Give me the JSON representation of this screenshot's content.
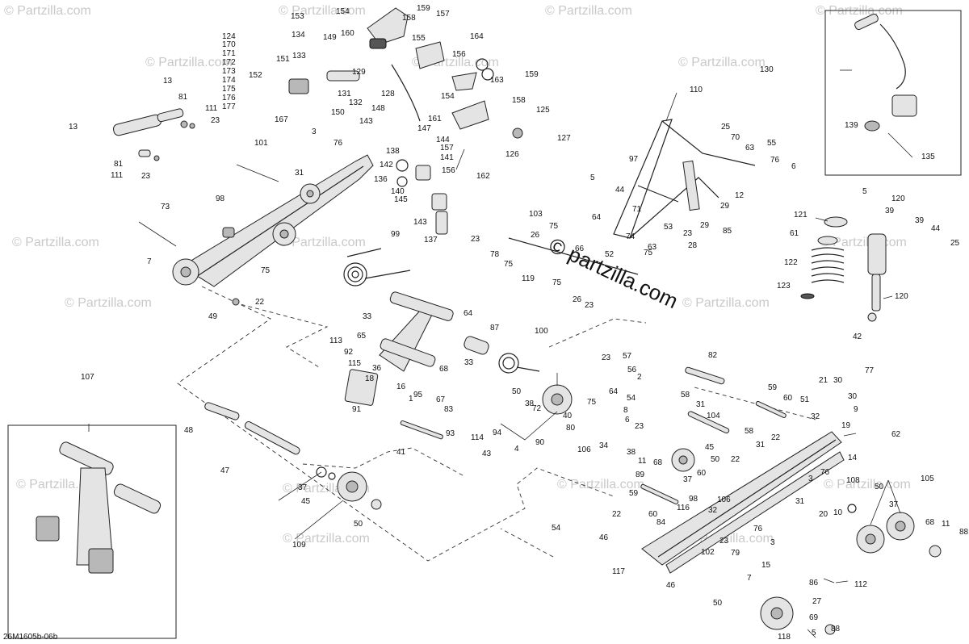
{
  "diagram_code": "26M1605b-06b",
  "watermark_small": "© Partzilla.com",
  "watermark_center": "© partzilla.com",
  "callouts": [
    {
      "id": "c154a",
      "text": "154"
    },
    {
      "id": "c159a",
      "text": "159"
    },
    {
      "id": "c158a",
      "text": "158"
    },
    {
      "id": "c157",
      "text": "157"
    },
    {
      "id": "c153",
      "text": "153"
    },
    {
      "id": "c134",
      "text": "134"
    },
    {
      "id": "c149",
      "text": "149"
    },
    {
      "id": "c160",
      "text": "160"
    },
    {
      "id": "c155",
      "text": "155"
    },
    {
      "id": "c164",
      "text": "164"
    },
    {
      "id": "c133",
      "text": "133"
    },
    {
      "id": "c156a",
      "text": "156"
    },
    {
      "id": "c151",
      "text": "151"
    },
    {
      "id": "c152",
      "text": "152"
    },
    {
      "id": "c129",
      "text": "129"
    },
    {
      "id": "c163",
      "text": "163"
    },
    {
      "id": "c159b",
      "text": "159"
    },
    {
      "id": "c131",
      "text": "131"
    },
    {
      "id": "c132",
      "text": "132"
    },
    {
      "id": "c128",
      "text": "128"
    },
    {
      "id": "c154b",
      "text": "154"
    },
    {
      "id": "c158b",
      "text": "158"
    },
    {
      "id": "c150",
      "text": "150"
    },
    {
      "id": "c167",
      "text": "167"
    },
    {
      "id": "c148",
      "text": "148"
    },
    {
      "id": "c125",
      "text": "125"
    },
    {
      "id": "c143a",
      "text": "143"
    },
    {
      "id": "c147",
      "text": "147"
    },
    {
      "id": "c161",
      "text": "161"
    },
    {
      "id": "c127",
      "text": "127"
    },
    {
      "id": "c144",
      "text": "144"
    },
    {
      "id": "c157b",
      "text": "157"
    },
    {
      "id": "c126",
      "text": "126"
    },
    {
      "id": "c138",
      "text": "138"
    },
    {
      "id": "c141",
      "text": "141"
    },
    {
      "id": "c142",
      "text": "142"
    },
    {
      "id": "c136",
      "text": "136"
    },
    {
      "id": "c156b",
      "text": "156"
    },
    {
      "id": "c162",
      "text": "162"
    },
    {
      "id": "c140",
      "text": "140"
    },
    {
      "id": "c145",
      "text": "145"
    },
    {
      "id": "c143b",
      "text": "143"
    },
    {
      "id": "c137",
      "text": "137"
    },
    {
      "id": "c124",
      "text": "124"
    },
    {
      "id": "c170",
      "text": "170"
    },
    {
      "id": "c171",
      "text": "171"
    },
    {
      "id": "c172",
      "text": "172"
    },
    {
      "id": "c173",
      "text": "173"
    },
    {
      "id": "c174",
      "text": "174"
    },
    {
      "id": "c175",
      "text": "175"
    },
    {
      "id": "c176",
      "text": "176"
    },
    {
      "id": "c177",
      "text": "177"
    },
    {
      "id": "c13a",
      "text": "13"
    },
    {
      "id": "c81a",
      "text": "81"
    },
    {
      "id": "c111a",
      "text": "111"
    },
    {
      "id": "c23a",
      "text": "23"
    },
    {
      "id": "c13b",
      "text": "13"
    },
    {
      "id": "c81b",
      "text": "81"
    },
    {
      "id": "c111b",
      "text": "111"
    },
    {
      "id": "c23b",
      "text": "23"
    },
    {
      "id": "c3a",
      "text": "3"
    },
    {
      "id": "c76a",
      "text": "76"
    },
    {
      "id": "c101",
      "text": "101"
    },
    {
      "id": "c31a",
      "text": "31"
    },
    {
      "id": "c98a",
      "text": "98"
    },
    {
      "id": "c73",
      "text": "73"
    },
    {
      "id": "c7a",
      "text": "7"
    },
    {
      "id": "c75a",
      "text": "75"
    },
    {
      "id": "c22a",
      "text": "22"
    },
    {
      "id": "c49",
      "text": "49"
    },
    {
      "id": "c99",
      "text": "99"
    },
    {
      "id": "c110",
      "text": "110"
    },
    {
      "id": "c25a",
      "text": "25"
    },
    {
      "id": "c70",
      "text": "70"
    },
    {
      "id": "c63a",
      "text": "63"
    },
    {
      "id": "c55",
      "text": "55"
    },
    {
      "id": "c76b",
      "text": "76"
    },
    {
      "id": "c6a",
      "text": "6"
    },
    {
      "id": "c5a",
      "text": "5"
    },
    {
      "id": "c97",
      "text": "97"
    },
    {
      "id": "c44a",
      "text": "44"
    },
    {
      "id": "c12",
      "text": "12"
    },
    {
      "id": "c29a",
      "text": "29"
    },
    {
      "id": "c71",
      "text": "71"
    },
    {
      "id": "c29b",
      "text": "29"
    },
    {
      "id": "c103",
      "text": "103"
    },
    {
      "id": "c75b",
      "text": "75"
    },
    {
      "id": "c64a",
      "text": "64"
    },
    {
      "id": "c23c",
      "text": "23"
    },
    {
      "id": "c85",
      "text": "85"
    },
    {
      "id": "c23d",
      "text": "23"
    },
    {
      "id": "c26a",
      "text": "26"
    },
    {
      "id": "c78",
      "text": "78"
    },
    {
      "id": "c75c",
      "text": "75"
    },
    {
      "id": "c66",
      "text": "66"
    },
    {
      "id": "c53",
      "text": "53"
    },
    {
      "id": "c74",
      "text": "74"
    },
    {
      "id": "c28",
      "text": "28"
    },
    {
      "id": "c52",
      "text": "52"
    },
    {
      "id": "c63b",
      "text": "63"
    },
    {
      "id": "c75d",
      "text": "75"
    },
    {
      "id": "c119",
      "text": "119"
    },
    {
      "id": "c75e",
      "text": "75"
    },
    {
      "id": "c26b",
      "text": "26"
    },
    {
      "id": "c23e",
      "text": "23"
    },
    {
      "id": "c130",
      "text": "130"
    },
    {
      "id": "c139",
      "text": "139"
    },
    {
      "id": "c135",
      "text": "135"
    },
    {
      "id": "c5b",
      "text": "5"
    },
    {
      "id": "c120a",
      "text": "120"
    },
    {
      "id": "c121",
      "text": "121"
    },
    {
      "id": "c39a",
      "text": "39"
    },
    {
      "id": "c39b",
      "text": "39"
    },
    {
      "id": "c61",
      "text": "61"
    },
    {
      "id": "c44b",
      "text": "44"
    },
    {
      "id": "c25b",
      "text": "25"
    },
    {
      "id": "c122",
      "text": "122"
    },
    {
      "id": "c123",
      "text": "123"
    },
    {
      "id": "c120b",
      "text": "120"
    },
    {
      "id": "c42",
      "text": "42"
    },
    {
      "id": "c33a",
      "text": "33"
    },
    {
      "id": "c64b",
      "text": "64"
    },
    {
      "id": "c113",
      "text": "113"
    },
    {
      "id": "c65",
      "text": "65"
    },
    {
      "id": "c92",
      "text": "92"
    },
    {
      "id": "c87",
      "text": "87"
    },
    {
      "id": "c100",
      "text": "100"
    },
    {
      "id": "c33b",
      "text": "33"
    },
    {
      "id": "c115",
      "text": "115"
    },
    {
      "id": "c36",
      "text": "36"
    },
    {
      "id": "c18",
      "text": "18"
    },
    {
      "id": "c16",
      "text": "16"
    },
    {
      "id": "c68a",
      "text": "68"
    },
    {
      "id": "c95",
      "text": "95"
    },
    {
      "id": "c1",
      "text": "1"
    },
    {
      "id": "c67",
      "text": "67"
    },
    {
      "id": "c83",
      "text": "83"
    },
    {
      "id": "c91",
      "text": "91"
    },
    {
      "id": "c50a",
      "text": "50"
    },
    {
      "id": "c38a",
      "text": "38"
    },
    {
      "id": "c72",
      "text": "72"
    },
    {
      "id": "c93",
      "text": "93"
    },
    {
      "id": "c114",
      "text": "114"
    },
    {
      "id": "c94",
      "text": "94"
    },
    {
      "id": "c43",
      "text": "43"
    },
    {
      "id": "c4a",
      "text": "4"
    },
    {
      "id": "c90",
      "text": "90"
    },
    {
      "id": "c41",
      "text": "41"
    },
    {
      "id": "c40",
      "text": "40"
    },
    {
      "id": "c80",
      "text": "80"
    },
    {
      "id": "c23f",
      "text": "23"
    },
    {
      "id": "c57",
      "text": "57"
    },
    {
      "id": "c56",
      "text": "56"
    },
    {
      "id": "c2",
      "text": "2"
    },
    {
      "id": "c64c",
      "text": "64"
    },
    {
      "id": "c54",
      "text": "54"
    },
    {
      "id": "c75f",
      "text": "75"
    },
    {
      "id": "c8",
      "text": "8"
    },
    {
      "id": "c6b",
      "text": "6"
    },
    {
      "id": "c106a",
      "text": "106"
    },
    {
      "id": "c34",
      "text": "34"
    },
    {
      "id": "c23g",
      "text": "23"
    },
    {
      "id": "c82",
      "text": "82"
    },
    {
      "id": "c58a",
      "text": "58"
    },
    {
      "id": "c31b",
      "text": "31"
    },
    {
      "id": "c104",
      "text": "104"
    },
    {
      "id": "c59a",
      "text": "59"
    },
    {
      "id": "c60a",
      "text": "60"
    },
    {
      "id": "c51",
      "text": "51"
    },
    {
      "id": "c21",
      "text": "21"
    },
    {
      "id": "c30a",
      "text": "30"
    },
    {
      "id": "c77",
      "text": "77"
    },
    {
      "id": "c30b",
      "text": "30"
    },
    {
      "id": "c9",
      "text": "9"
    },
    {
      "id": "c32a",
      "text": "32"
    },
    {
      "id": "c19",
      "text": "19"
    },
    {
      "id": "c62",
      "text": "62"
    },
    {
      "id": "c58b",
      "text": "58"
    },
    {
      "id": "c22b",
      "text": "22"
    },
    {
      "id": "c31c",
      "text": "31"
    },
    {
      "id": "c38b",
      "text": "38"
    },
    {
      "id": "c45a",
      "text": "45"
    },
    {
      "id": "c22c",
      "text": "22"
    },
    {
      "id": "c11a",
      "text": "11"
    },
    {
      "id": "c68b",
      "text": "68"
    },
    {
      "id": "c50b",
      "text": "50"
    },
    {
      "id": "c89",
      "text": "89"
    },
    {
      "id": "c37a",
      "text": "37"
    },
    {
      "id": "c60b",
      "text": "60"
    },
    {
      "id": "c98b",
      "text": "98"
    },
    {
      "id": "c32b",
      "text": "32"
    },
    {
      "id": "c106b",
      "text": "106"
    },
    {
      "id": "c14",
      "text": "14"
    },
    {
      "id": "c76c",
      "text": "76"
    },
    {
      "id": "c108",
      "text": "108"
    },
    {
      "id": "c3b",
      "text": "3"
    },
    {
      "id": "c31d",
      "text": "31"
    },
    {
      "id": "c20",
      "text": "20"
    },
    {
      "id": "c10",
      "text": "10"
    },
    {
      "id": "c50c",
      "text": "50"
    },
    {
      "id": "c105",
      "text": "105"
    },
    {
      "id": "c37b",
      "text": "37"
    },
    {
      "id": "c59b",
      "text": "59"
    },
    {
      "id": "c116",
      "text": "116"
    },
    {
      "id": "c22d",
      "text": "22"
    },
    {
      "id": "c60c",
      "text": "60"
    },
    {
      "id": "c84",
      "text": "84"
    },
    {
      "id": "c46a",
      "text": "46"
    },
    {
      "id": "c68c",
      "text": "68"
    },
    {
      "id": "c11b",
      "text": "11"
    },
    {
      "id": "c88a",
      "text": "88"
    },
    {
      "id": "c23h",
      "text": "23"
    },
    {
      "id": "c76d",
      "text": "76"
    },
    {
      "id": "c3c",
      "text": "3"
    },
    {
      "id": "c102",
      "text": "102"
    },
    {
      "id": "c79",
      "text": "79"
    },
    {
      "id": "c15",
      "text": "15"
    },
    {
      "id": "c117",
      "text": "117"
    },
    {
      "id": "c46b",
      "text": "46"
    },
    {
      "id": "c7b",
      "text": "7"
    },
    {
      "id": "c112",
      "text": "112"
    },
    {
      "id": "c86",
      "text": "86"
    },
    {
      "id": "c27",
      "text": "27"
    },
    {
      "id": "c50d",
      "text": "50"
    },
    {
      "id": "c69",
      "text": "69"
    },
    {
      "id": "c88b",
      "text": "88"
    },
    {
      "id": "c118",
      "text": "118"
    },
    {
      "id": "c5c",
      "text": "5"
    },
    {
      "id": "c107",
      "text": "107"
    },
    {
      "id": "c48",
      "text": "48"
    },
    {
      "id": "c47",
      "text": "47"
    },
    {
      "id": "c37c",
      "text": "37"
    },
    {
      "id": "c45b",
      "text": "45"
    },
    {
      "id": "c50e",
      "text": "50"
    },
    {
      "id": "c109",
      "text": "109"
    },
    {
      "id": "c54b",
      "text": "54"
    }
  ]
}
